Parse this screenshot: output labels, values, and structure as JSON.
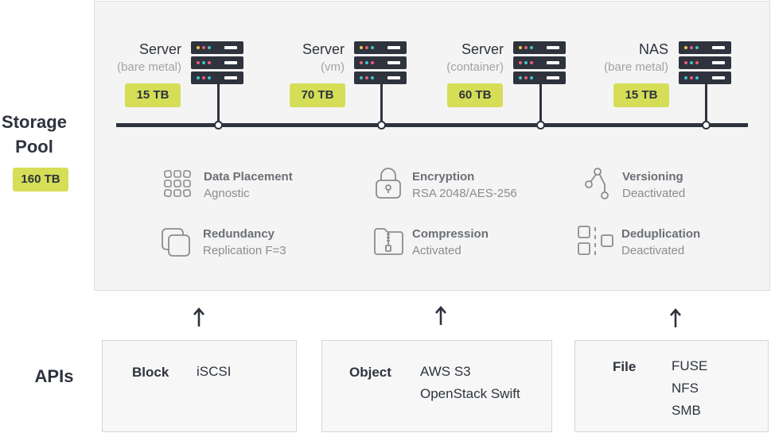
{
  "storage_pool": {
    "label_line1": "Storage",
    "label_line2": "Pool",
    "capacity": "160 TB"
  },
  "nodes": [
    {
      "title": "Server",
      "subtitle": "(bare metal)",
      "capacity": "15 TB"
    },
    {
      "title": "Server",
      "subtitle": "(vm)",
      "capacity": "70 TB"
    },
    {
      "title": "Server",
      "subtitle": "(container)",
      "capacity": "60 TB"
    },
    {
      "title": "NAS",
      "subtitle": "(bare metal)",
      "capacity": "15 TB"
    }
  ],
  "features": [
    {
      "name": "Data Placement",
      "value": "Agnostic",
      "icon": "grid-icon"
    },
    {
      "name": "Encryption",
      "value": "RSA 2048/AES-256",
      "icon": "padlock-icon"
    },
    {
      "name": "Versioning",
      "value": "Deactivated",
      "icon": "branch-icon"
    },
    {
      "name": "Redundancy",
      "value": "Replication F=3",
      "icon": "copies-icon"
    },
    {
      "name": "Compression",
      "value": "Activated",
      "icon": "zip-file-icon"
    },
    {
      "name": "Deduplication",
      "value": "Deactivated",
      "icon": "dedupe-icon"
    }
  ],
  "apis_label": "APIs",
  "apis": [
    {
      "name": "Block",
      "items": [
        "iSCSI"
      ]
    },
    {
      "name": "Object",
      "items": [
        "AWS S3",
        "OpenStack Swift"
      ]
    },
    {
      "name": "File",
      "items": [
        "FUSE",
        "NFS",
        "SMB"
      ]
    }
  ],
  "colors": {
    "dark": "#2e333d",
    "badge": "#d5de56",
    "led_yellow": "#f2c94c",
    "led_pink": "#ef5b7b",
    "led_teal": "#3fc6c8",
    "panel": "#f4f4f4",
    "icon_gray": "#8c8c8c"
  }
}
